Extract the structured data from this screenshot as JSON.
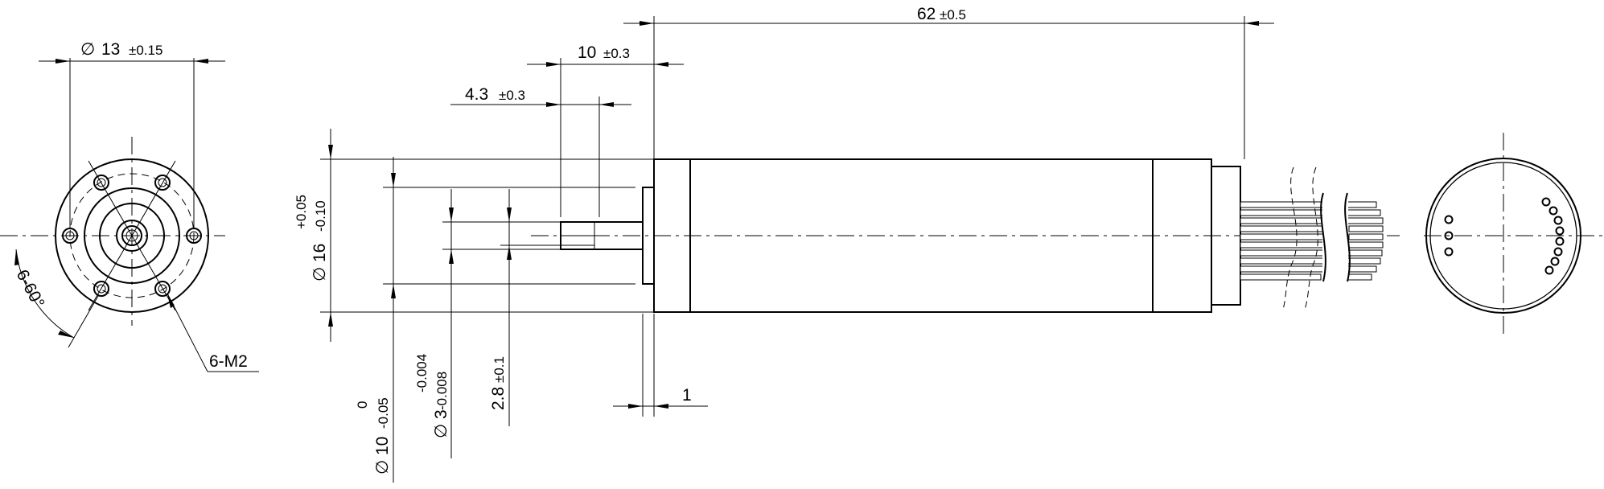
{
  "dims": {
    "d13": "13",
    "d13_tol": "±0.15",
    "len62": "62",
    "len62_tol": "±0.5",
    "len10": "10",
    "len10_tol": "±0.3",
    "len43": "4.3",
    "len43_tol": "±0.3",
    "d16": "16",
    "d16_tol_upper": "+0.05",
    "d16_tol_lower": "-0.10",
    "d10": "10",
    "d10_tol_upper": "0",
    "d10_tol_lower": "-0.05",
    "d3": "3",
    "d3_tol_upper": "-0.004",
    "d3_tol_lower": "-0.008",
    "flat": "2.8",
    "flat_tol": "±0.1",
    "flange": "1",
    "angle": "6-60°",
    "thread": "6-M2",
    "phi": "∅"
  }
}
